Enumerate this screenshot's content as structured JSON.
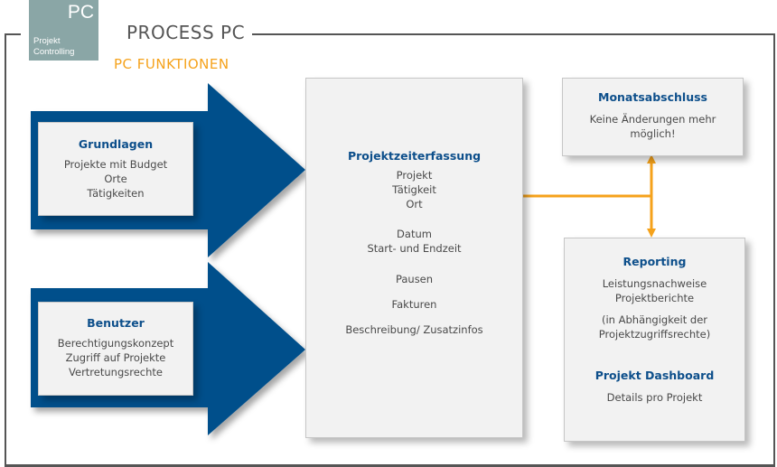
{
  "logo": {
    "mark": "PC",
    "line1": "Projekt",
    "line2": "Controlling",
    "color": "#8aa6a6"
  },
  "header": {
    "title": "PROCESS PC",
    "subtitle": "PC FUNKTIONEN",
    "subtitle_color": "#f5a21b"
  },
  "colors": {
    "arrow": "#00508b",
    "connector": "#f5a21b",
    "heading": "#0d4f8b"
  },
  "grundlagen": {
    "title": "Grundlagen",
    "items": [
      "Projekte mit Budget",
      "Orte",
      "Tätigkeiten"
    ]
  },
  "benutzer": {
    "title": "Benutzer",
    "items": [
      "Berechtigungskonzept",
      "Zugriff auf Projekte",
      "Vertretungsrechte"
    ]
  },
  "zeiterfassung": {
    "title": "Projektzeiterfassung",
    "group1": [
      "Projekt",
      "Tätigkeit",
      "Ort"
    ],
    "group2": [
      "Datum",
      "Start- und Endzeit"
    ],
    "item3": "Pausen",
    "item4": "Fakturen",
    "item5": "Beschreibung/ Zusatzinfos"
  },
  "monatsabschluss": {
    "title": "Monatsabschluss",
    "items": [
      "Keine Änderungen mehr",
      "möglich!"
    ]
  },
  "reporting": {
    "title": "Reporting",
    "items": [
      "Leistungsnachweise",
      "Projektberichte"
    ],
    "note": [
      "(in Abhängigkeit der",
      "Projektzugriffsrechte)"
    ],
    "dashboard_title": "Projekt Dashboard",
    "dashboard_item": "Details pro Projekt"
  }
}
